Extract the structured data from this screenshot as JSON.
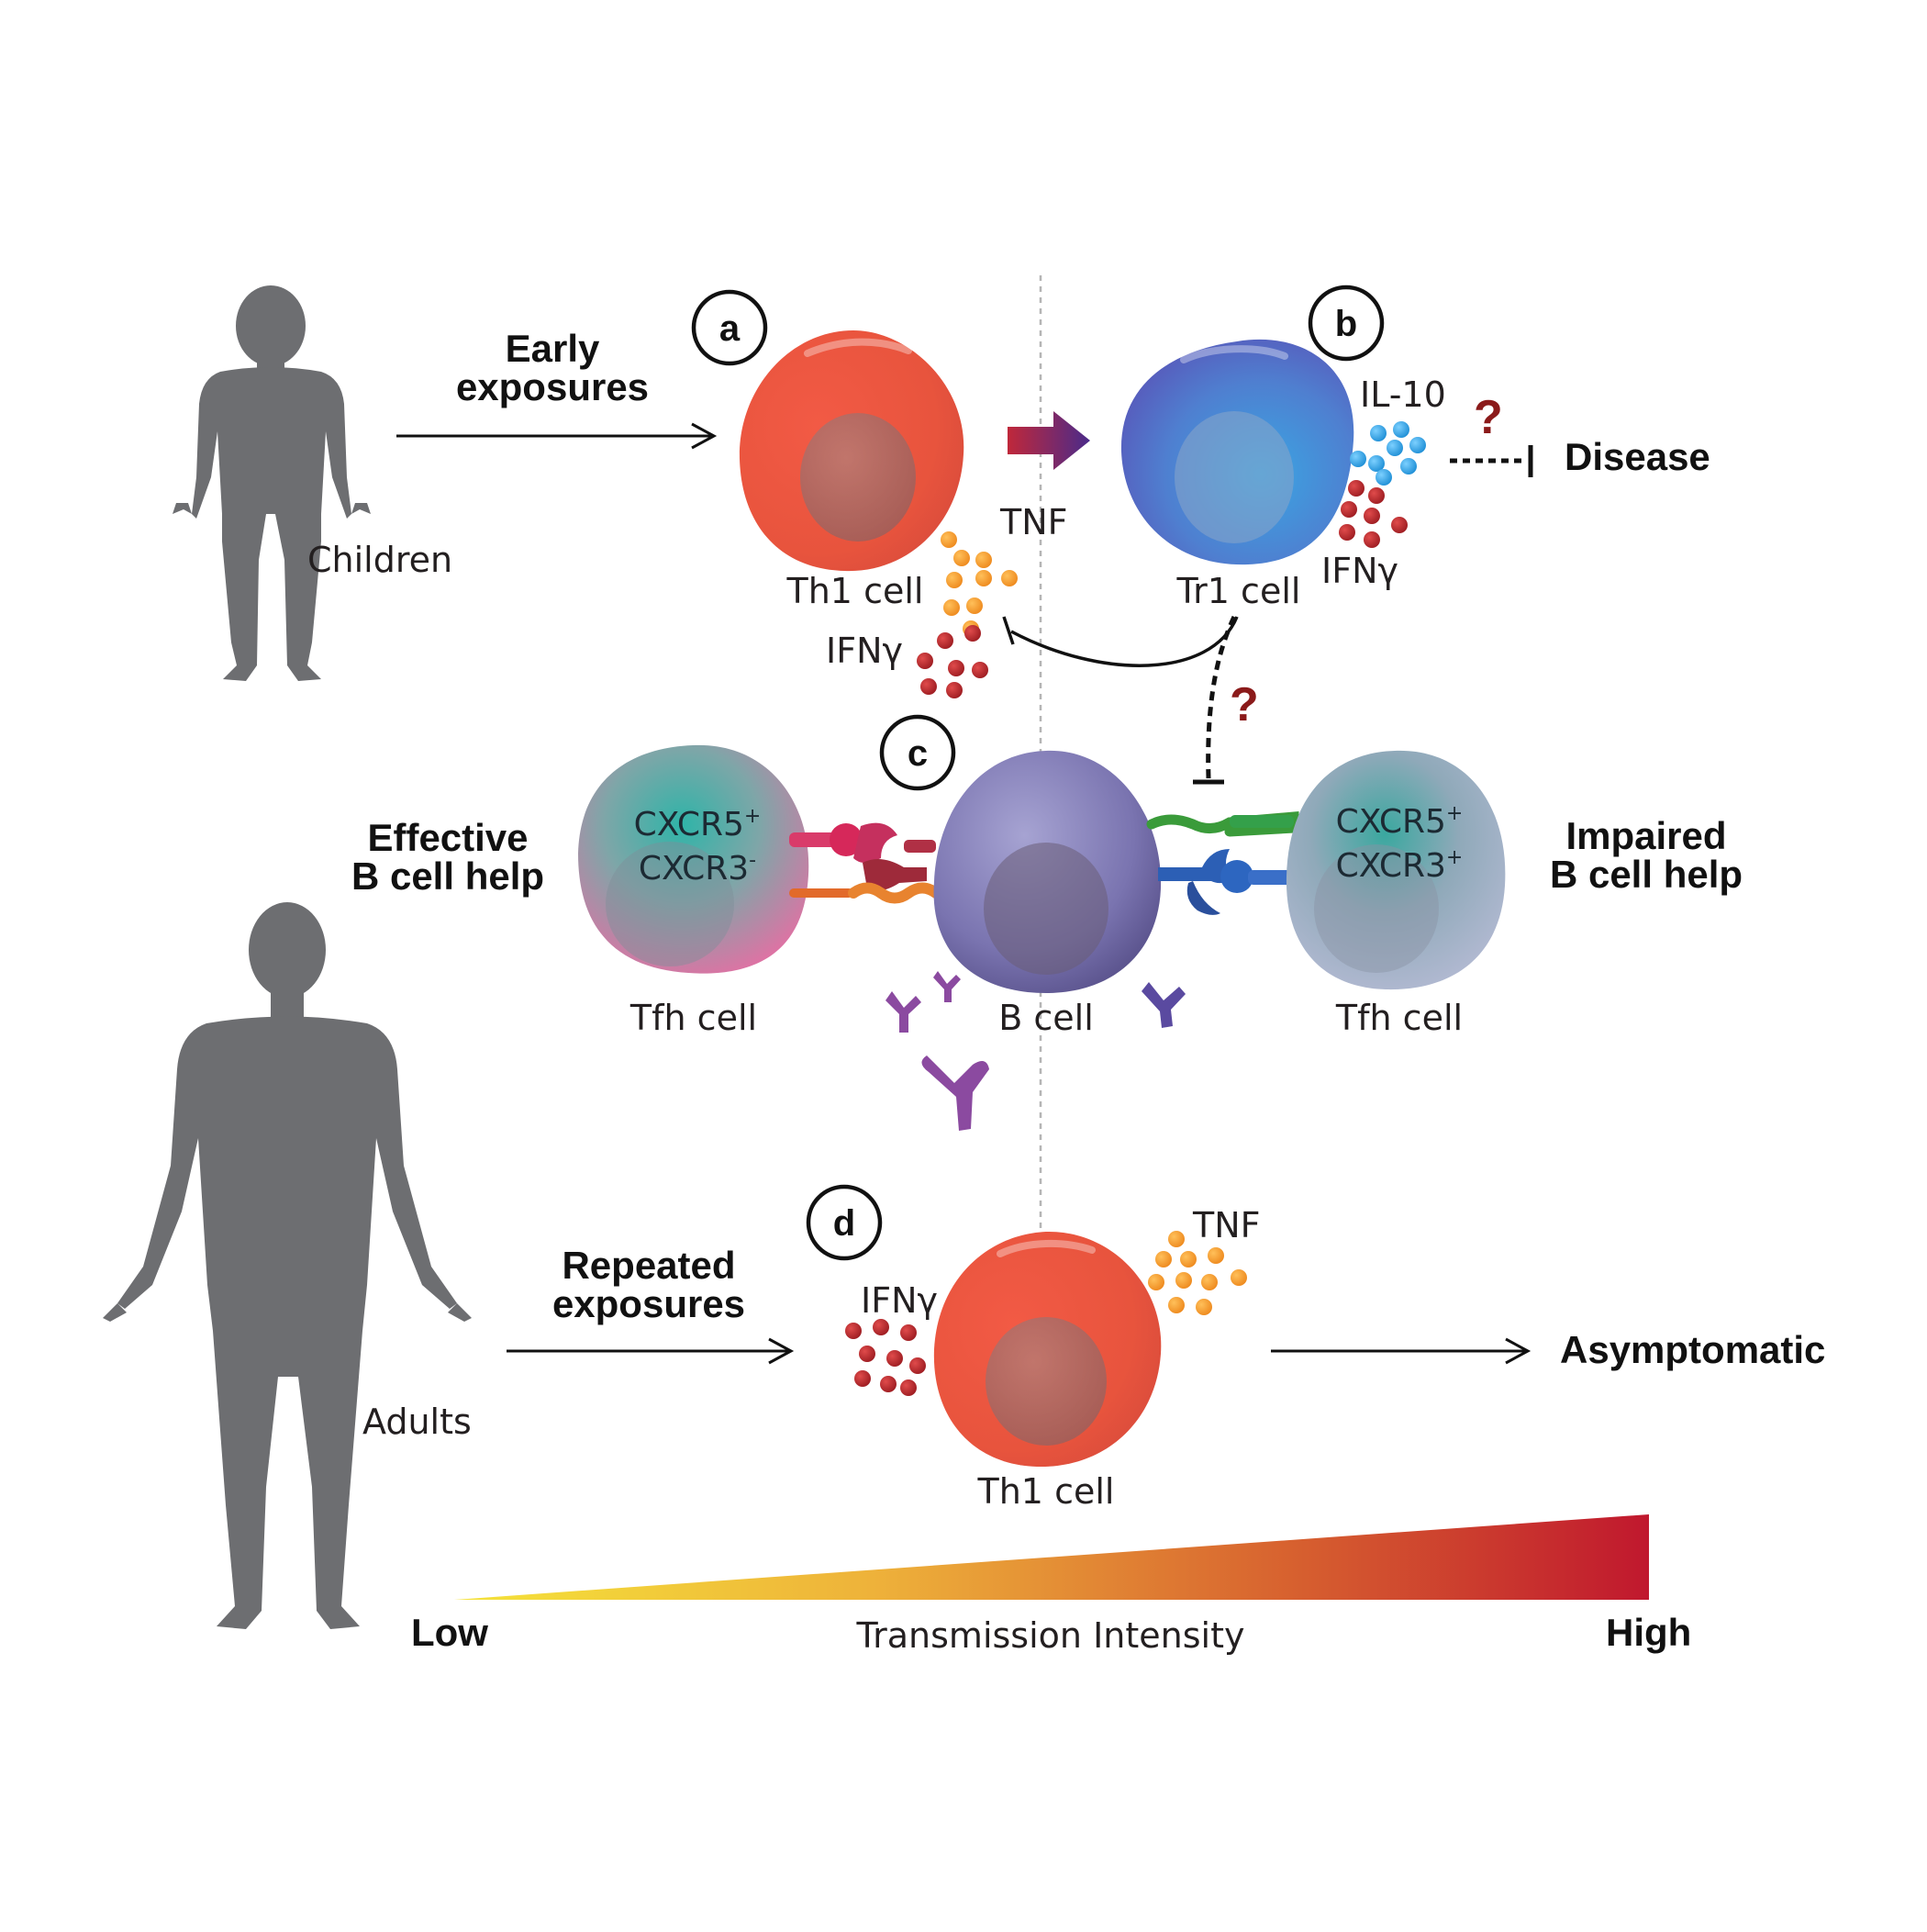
{
  "people": {
    "children_label": "Children",
    "adults_label": "Adults"
  },
  "panels": {
    "a": "a",
    "b": "b",
    "c": "c",
    "d": "d"
  },
  "top_row": {
    "early_line1": "Early",
    "early_line2": "exposures",
    "th1_label": "Th1 cell",
    "tr1_label": "Tr1 cell",
    "tnf_label": "TNF",
    "ifng_label_a": "IFNγ",
    "il10_label": "IL-10",
    "ifng_label_b": "IFNγ",
    "question_mark_1": "?",
    "question_mark_2": "?",
    "disease_label": "Disease"
  },
  "middle_row": {
    "effective_line1": "Effective",
    "effective_line2": "B cell help",
    "impaired_line1": "Impaired",
    "impaired_line2": "B cell help",
    "tfh_left": {
      "marker1": "CXCR5",
      "marker1_sup": "+",
      "marker2": "CXCR3",
      "marker2_sup": "-",
      "label": "Tfh cell"
    },
    "b_cell_label": "B cell",
    "tfh_right": {
      "marker1": "CXCR5",
      "marker1_sup": "+",
      "marker2": "CXCR3",
      "marker2_sup": "+",
      "label": "Tfh cell"
    }
  },
  "bottom_row": {
    "repeated_line1": "Repeated",
    "repeated_line2": "exposures",
    "ifng_label": "IFNγ",
    "tnf_label": "TNF",
    "th1_label": "Th1 cell",
    "outcome_label": "Asymptomatic"
  },
  "gradient": {
    "low_label": "Low",
    "title": "Transmission Intensity",
    "high_label": "High",
    "low_color": "#f5e33a",
    "high_color": "#c0182e"
  },
  "colors": {
    "silhouette": "#6d6e71",
    "th1_cell": "#e8543d",
    "tr1_cell": "#5a5fbf",
    "b_cell": "#6f6aa6",
    "tfh_left": "#e96fa0",
    "tfh_right": "#a9b3cc",
    "tnf_dot": "#f0982c",
    "ifng_dot": "#b5272b",
    "il10_dot": "#2e9fe0",
    "question": "#8b1a1a"
  }
}
